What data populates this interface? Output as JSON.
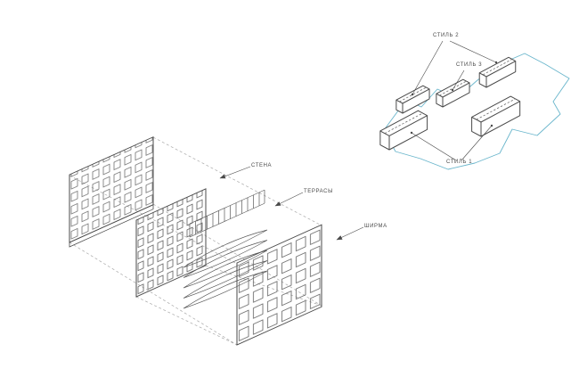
{
  "page": {
    "background": "#ffffff",
    "description_labels_language": "ru"
  },
  "colors": {
    "line": "#4a4a4a",
    "dashed": "#a8a8a8",
    "accent_blue": "#6ab6cc",
    "label_text": "#4a4a4a"
  },
  "exploded_diagram": {
    "labels": [
      {
        "id": "stena",
        "text": "СТЕНА"
      },
      {
        "id": "terrasy",
        "text": "ТЕРРАСЫ"
      },
      {
        "id": "shirma",
        "text": "ШИРМА"
      }
    ]
  },
  "site_diagram": {
    "labels": [
      {
        "id": "stil2",
        "text": "СТИЛЬ 2"
      },
      {
        "id": "stil3",
        "text": "СТИЛЬ 3"
      },
      {
        "id": "stil1",
        "text": "СТИЛЬ 1"
      }
    ]
  }
}
